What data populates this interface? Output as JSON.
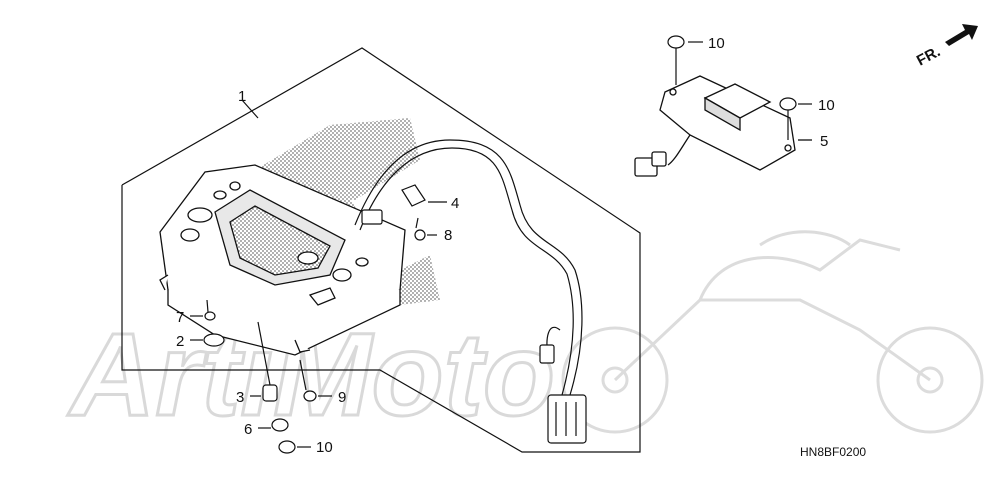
{
  "diagram": {
    "code": "HN8BF0200",
    "front_mark": "FR.",
    "watermark": "ArtiMoto",
    "callouts": {
      "c1": "1",
      "c2": "2",
      "c3": "3",
      "c4": "4",
      "c5": "5",
      "c6": "6",
      "c7": "7",
      "c8": "8",
      "c9": "9",
      "c10a": "10",
      "c10b": "10",
      "c10c": "10"
    }
  }
}
